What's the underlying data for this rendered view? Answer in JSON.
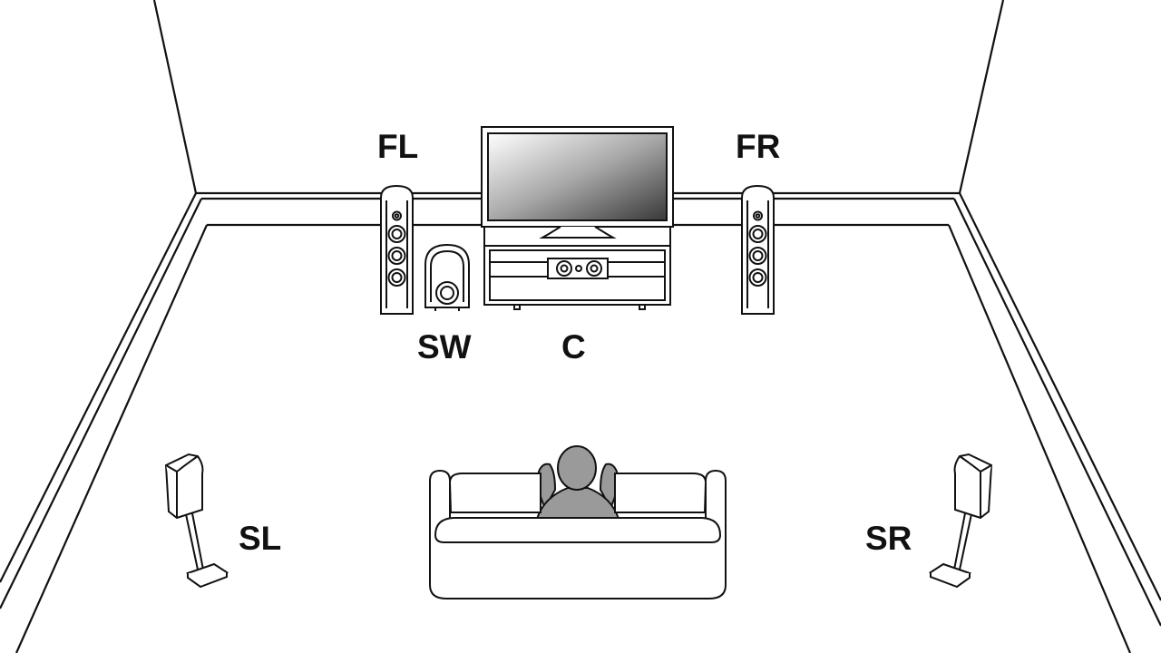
{
  "labels": {
    "front_left": "FL",
    "front_right": "FR",
    "subwoofer": "SW",
    "center": "C",
    "surround_left": "SL",
    "surround_right": "SR"
  },
  "colors": {
    "line": "#111111",
    "listener": "#9a9a9a",
    "background": "#ffffff"
  }
}
